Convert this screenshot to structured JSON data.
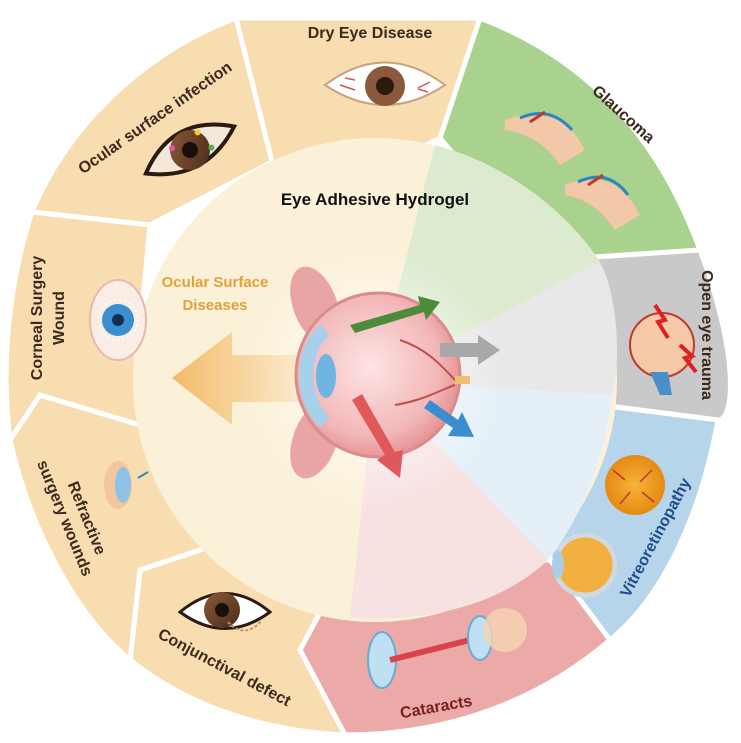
{
  "center": {
    "title": "Eye Adhesive Hydrogel",
    "category": [
      "Ocular Surface",
      "Diseases"
    ]
  },
  "segments": [
    {
      "id": "dry-eye-disease",
      "label": "Dry Eye Disease",
      "color": "#f8ddb0",
      "icon": "bloodshot-eye-icon"
    },
    {
      "id": "glaucoma",
      "label": "Glaucoma",
      "color": "#a8d28e",
      "icon": "glaucoma-eye-icon"
    },
    {
      "id": "open-eye-trauma",
      "label": "Open eye trauma",
      "color": "#c9c9c9",
      "icon": "eyeball-trauma-icon"
    },
    {
      "id": "vitreoretinopathy",
      "label": "Vitreoretinopathy",
      "color": "#b6d4ea",
      "icon": "retina-icon"
    },
    {
      "id": "cataracts",
      "label": "Cataracts",
      "color": "#ebaaa8",
      "icon": "cataract-lens-icon"
    },
    {
      "id": "conjunctival-defect",
      "label": "Conjunctival defect",
      "color": "#f8ddb0",
      "icon": "eye-defect-icon"
    },
    {
      "id": "refractive-surgery-wounds",
      "label": [
        "Refractive",
        "surgery wounds"
      ],
      "color": "#f8ddb0",
      "icon": "refractive-eye-icon"
    },
    {
      "id": "corneal-surgery-wound",
      "label": [
        "Corneal Surgery",
        "Wound"
      ],
      "color": "#f8ddb0",
      "icon": "corneal-eye-icon"
    },
    {
      "id": "ocular-surface-infection",
      "label": "Ocular surface infection",
      "color": "#f8ddb0",
      "icon": "infected-eye-icon"
    }
  ],
  "colors": {
    "inner_surface": "#fbf1d8",
    "inner_glaucoma": "#dcebcf",
    "inner_trauma": "#e8e8e8",
    "inner_vitreo": "#e4eff7",
    "inner_cataract": "#f8e1e1",
    "arrow_surface": "#f5c98a",
    "arrow_glaucoma": "#4d8a3b",
    "arrow_trauma": "#a8a8a8",
    "arrow_vitreo": "#3a8ecf",
    "arrow_cataract": "#e0585a",
    "label_dark": "#3b2a1e",
    "label_vitreo": "#1f4e8c"
  }
}
